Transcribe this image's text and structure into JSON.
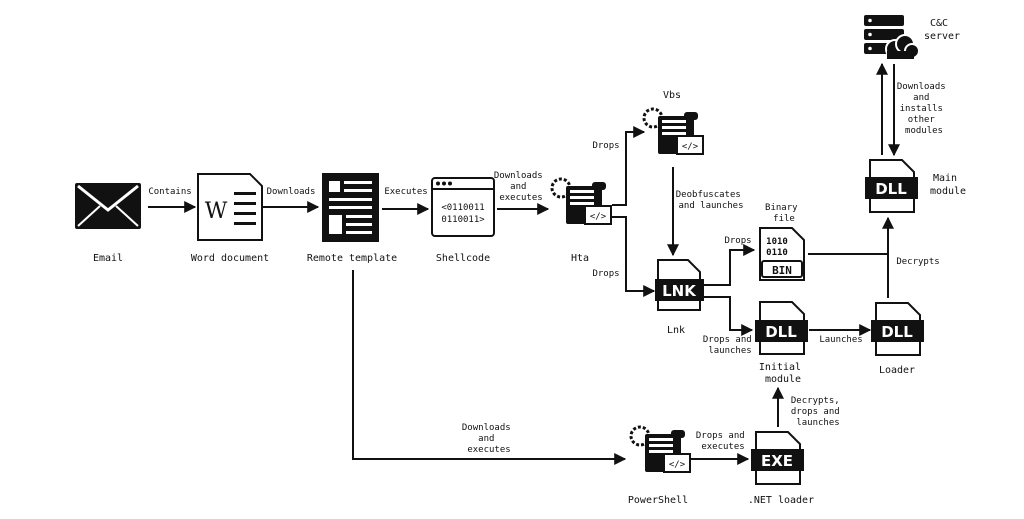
{
  "nodes": {
    "email": "Email",
    "word": "Word document",
    "word_glyph": "W",
    "remote_template": "Remote template",
    "shellcode": "Shellcode",
    "shellcode_bits1": "<0110011",
    "shellcode_bits2": "0110011>",
    "hta": "Hta",
    "vbs": "Vbs",
    "lnk": "Lnk",
    "lnk_glyph": "LNK",
    "binary_file": [
      "Binary",
      "file"
    ],
    "bin_glyph": "BIN",
    "bin_bits1": "1010",
    "bin_bits2": "0110",
    "initial_module": [
      "Initial",
      "module"
    ],
    "dll_glyph": "DLL",
    "loader": "Loader",
    "main_module": [
      "Main",
      "module"
    ],
    "cc_server": [
      "C&C",
      "server"
    ],
    "powershell": "PowerShell",
    "net_loader": ".NET loader",
    "exe_glyph": "EXE",
    "script_glyph": "</>"
  },
  "edges": {
    "contains": "Contains",
    "downloads": "Downloads",
    "executes": "Executes",
    "downloads_executes": [
      "Downloads",
      "and",
      "executes"
    ],
    "drops_vbs": "Drops",
    "drops_lnk": "Drops",
    "deobfuscates": [
      "Deobfuscates",
      "and launches"
    ],
    "drops_bin": "Drops",
    "drops_launches": [
      "Drops and",
      "launches"
    ],
    "launches": "Launches",
    "decrypts": "Decrypts",
    "downloads_installs": [
      "Downloads",
      "and",
      "installs",
      "other",
      "modules"
    ],
    "ps_downloads_executes": [
      "Downloads",
      "and",
      "executes"
    ],
    "ps_drops_executes": [
      "Drops and",
      "executes"
    ],
    "decrypts_drops_launches": [
      "Decrypts,",
      "drops and",
      "launches"
    ]
  }
}
